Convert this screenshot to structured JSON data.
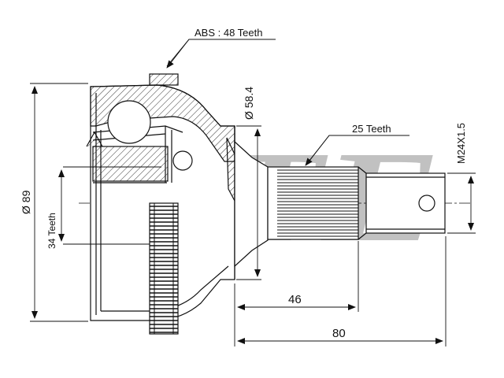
{
  "drawing": {
    "brand_watermark": "BTE",
    "labels": {
      "abs": "ABS : 48 Teeth",
      "outer_diameter": "Ø 89",
      "inner_teeth": "34 Teeth",
      "neck_diameter": "Ø 58.4",
      "spline_teeth": "25 Teeth",
      "thread": "M24X1.5",
      "length_spline": "46",
      "length_total": "80"
    },
    "colors": {
      "line": "#111111",
      "hatch": "#333333",
      "watermark": "#9a9a9a"
    }
  }
}
